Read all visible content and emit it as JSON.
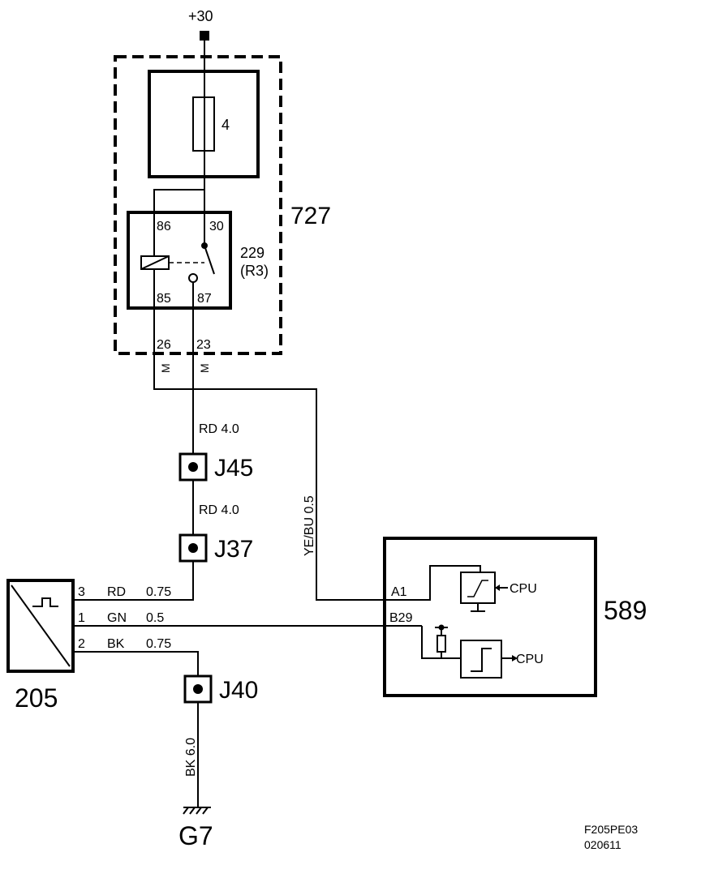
{
  "supply": {
    "label": "+30"
  },
  "fuse": {
    "number": "4"
  },
  "unit_727": {
    "label": "727"
  },
  "relay": {
    "id": "229",
    "designation": "(R3)",
    "pins": {
      "p86": "86",
      "p30": "30",
      "p85": "85",
      "p87": "87"
    }
  },
  "connector_pins": {
    "left": "26",
    "right": "23"
  },
  "ground_marks": {
    "left": "M",
    "right": "M"
  },
  "wires": {
    "rd_upper": "RD  4.0",
    "rd_lower": "RD  4.0",
    "yebu": "YE/BU   0.5",
    "bk_ground": "BK  6.0",
    "w3_num": "3",
    "w3_color": "RD",
    "w3_size": "0.75",
    "w1_num": "1",
    "w1_color": "GN",
    "w1_size": "0.5",
    "w2_num": "2",
    "w2_color": "BK",
    "w2_size": "0.75"
  },
  "junctions": {
    "j45": "J45",
    "j37": "J37",
    "j40": "J40"
  },
  "ground": {
    "label": "G7"
  },
  "sensor": {
    "id": "205"
  },
  "ecu": {
    "id": "589",
    "pin_a1": "A1",
    "pin_b29": "B29",
    "cpu_upper": "CPU",
    "cpu_lower": "CPU"
  },
  "footer": {
    "code": "F205PE03",
    "date": "020611"
  }
}
